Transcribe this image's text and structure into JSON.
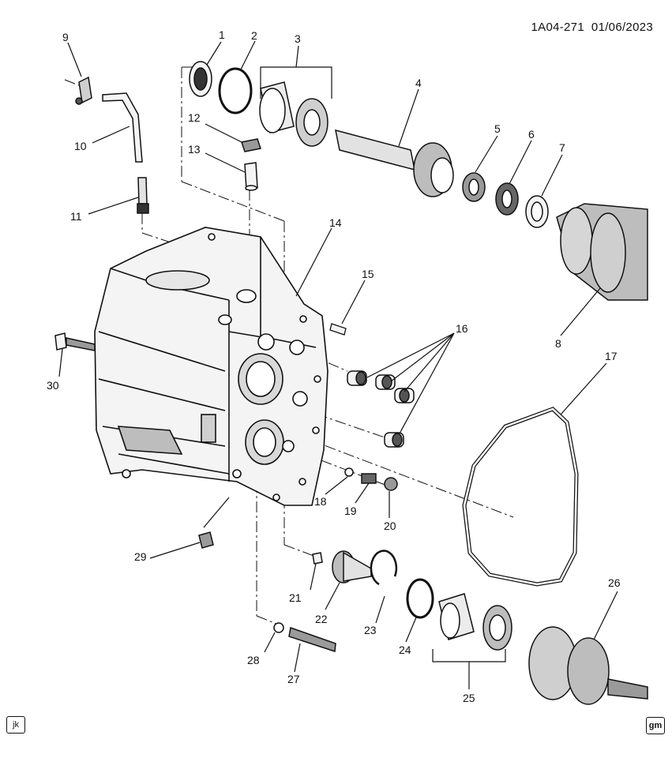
{
  "header": {
    "code": "1A04-271",
    "date": "01/06/2023"
  },
  "badges": {
    "left": "jk",
    "right": "gm"
  },
  "callouts": {
    "c1": "1",
    "c2": "2",
    "c3": "3",
    "c4": "4",
    "c5": "5",
    "c6": "6",
    "c7": "7",
    "c8": "8",
    "c9": "9",
    "c10": "10",
    "c11": "11",
    "c12": "12",
    "c13": "13",
    "c14": "14",
    "c15": "15",
    "c16": "16",
    "c17": "17",
    "c18": "18",
    "c19": "19",
    "c20": "20",
    "c21": "21",
    "c22": "22",
    "c23": "23",
    "c24": "24",
    "c25": "25",
    "c26": "26",
    "c27": "27",
    "c28": "28",
    "c29": "29",
    "c30": "30"
  },
  "colors": {
    "ink": "#111111",
    "part_fill": "#f4f4f4",
    "shade": "#9a9a9a"
  }
}
